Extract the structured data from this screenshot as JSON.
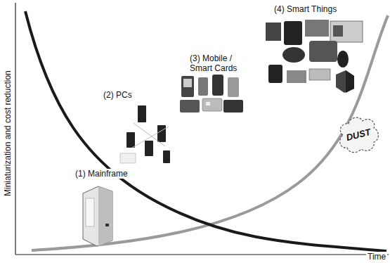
{
  "diagram": {
    "nodes": [
      {
        "text": [
          "DUST"
        ]
      }
    ],
    "labels": [
      "Miniaturization and cost reduction",
      "Time",
      "(1) Mainframe",
      "(2) PCs",
      "(3) Mobile / Smart Cards",
      "(4) Smart Things"
    ]
  }
}
